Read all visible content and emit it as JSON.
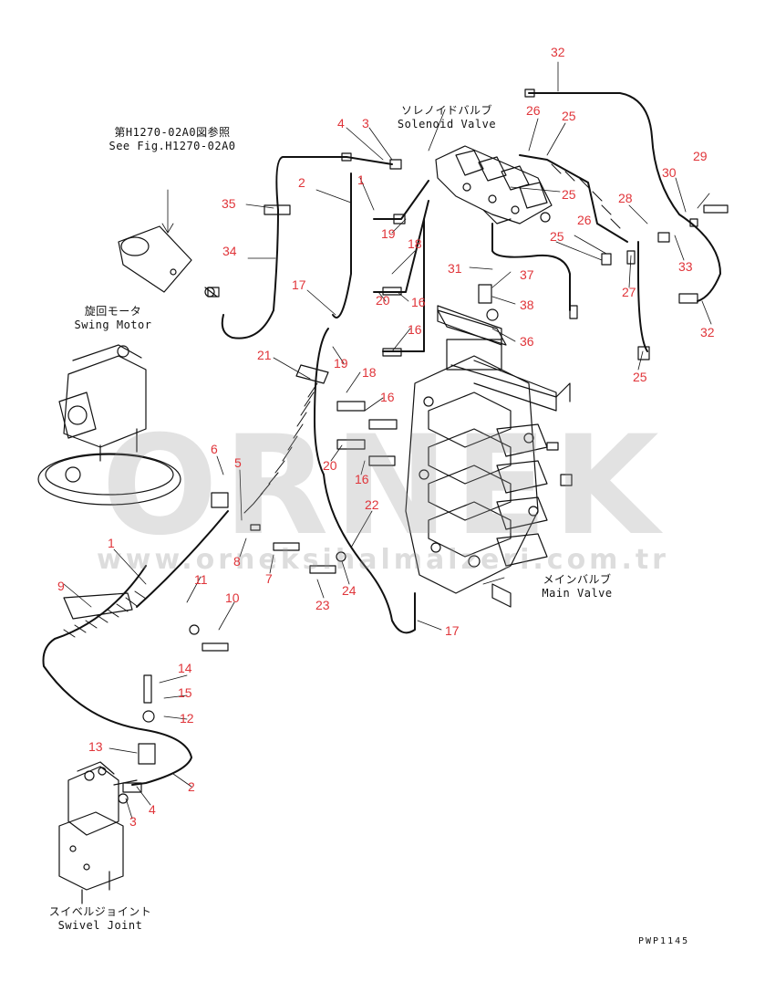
{
  "labels": {
    "see_fig_jp": "第H1270-02A0図参照",
    "see_fig_en": "See Fig.H1270-02A0",
    "solenoid_jp": "ソレノイドバルブ",
    "solenoid_en": "Solenoid Valve",
    "swing_jp": "旋回モータ",
    "swing_en": "Swing Motor",
    "main_jp": "メインバルブ",
    "main_en": "Main Valve",
    "swivel_jp": "スイベルジョイント",
    "swivel_en": "Swivel Joint"
  },
  "drawing_code": "PWP1145",
  "watermark": {
    "main": "ORNEK",
    "url": "www.orneksihalmalzeri.com.tr"
  },
  "part_numbers": [
    "32",
    "4",
    "3",
    "26",
    "25",
    "2",
    "1",
    "29",
    "30",
    "25",
    "35",
    "19",
    "28",
    "18",
    "34",
    "25",
    "26",
    "33",
    "31",
    "37",
    "17",
    "20",
    "16",
    "27",
    "38",
    "32",
    "16",
    "36",
    "21",
    "19",
    "18",
    "25",
    "16",
    "6",
    "5",
    "20",
    "16",
    "22",
    "8",
    "7",
    "1",
    "9",
    "11",
    "23",
    "24",
    "10",
    "17",
    "14",
    "15",
    "12",
    "13",
    "2",
    "4",
    "3"
  ],
  "colors": {
    "callout": "#e0353a",
    "line": "#111111",
    "watermark": "#969696"
  }
}
